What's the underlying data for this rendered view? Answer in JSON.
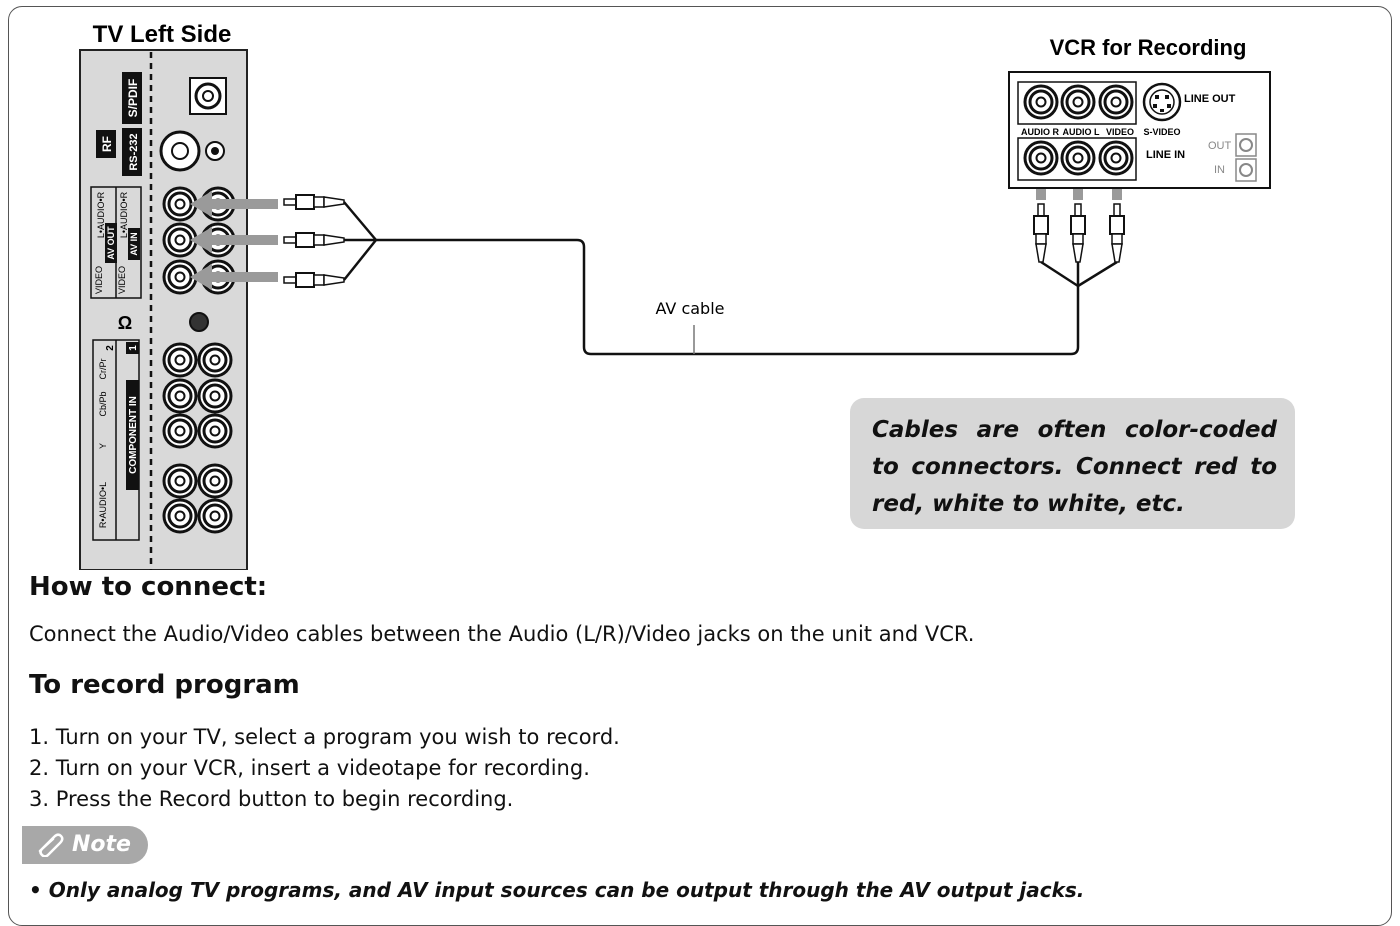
{
  "diagram": {
    "tv_title": "TV Left Side",
    "vcr_title": "VCR for Recording",
    "cable_label": "AV cable",
    "tv_labels": {
      "spdif": "S/PDIF",
      "rf": "RF",
      "rs232": "RS-232",
      "av_out": "AV OUT",
      "av_in": "AV IN",
      "audio_out": "L•AUDIO•R",
      "audio_in": "L•AUDIO•R",
      "video_out": "VIDEO",
      "video_in": "VIDEO",
      "component_in": "COMPONENT IN",
      "comp_y": "Y",
      "comp_cb": "Cb/Pb",
      "comp_cr": "Cr/Pr",
      "comp_2": "2",
      "comp_1": "1",
      "comp_audio": "R•AUDIO•L"
    },
    "vcr_labels": {
      "line_out": "LINE OUT",
      "audio_r": "AUDIO R",
      "audio_l": "AUDIO L",
      "video": "VIDEO",
      "s_video": "S-VIDEO",
      "line_in": "LINE IN",
      "out": "OUT",
      "in": "IN"
    },
    "callout": "Cables are often color-coded to connectors. Connect red to red, white to white, etc."
  },
  "how_to_connect": {
    "heading": "How to connect:",
    "text": "Connect the Audio/Video cables between the Audio (L/R)/Video jacks on the unit and VCR."
  },
  "record": {
    "heading": "To record program",
    "steps": [
      "1. Turn on your TV, select a program you wish to record.",
      "2. Turn on your VCR, insert a videotape for recording.",
      "3. Press the Record button to begin recording."
    ]
  },
  "note": {
    "label": "Note",
    "text": "• Only analog TV programs, and AV input sources can be output through the AV output jacks."
  },
  "colors": {
    "panel": "#d9d9d9",
    "callout_bg": "#d7d7d7",
    "arrow": "#9a9a9a",
    "note_badge": "#a8a8a8"
  }
}
